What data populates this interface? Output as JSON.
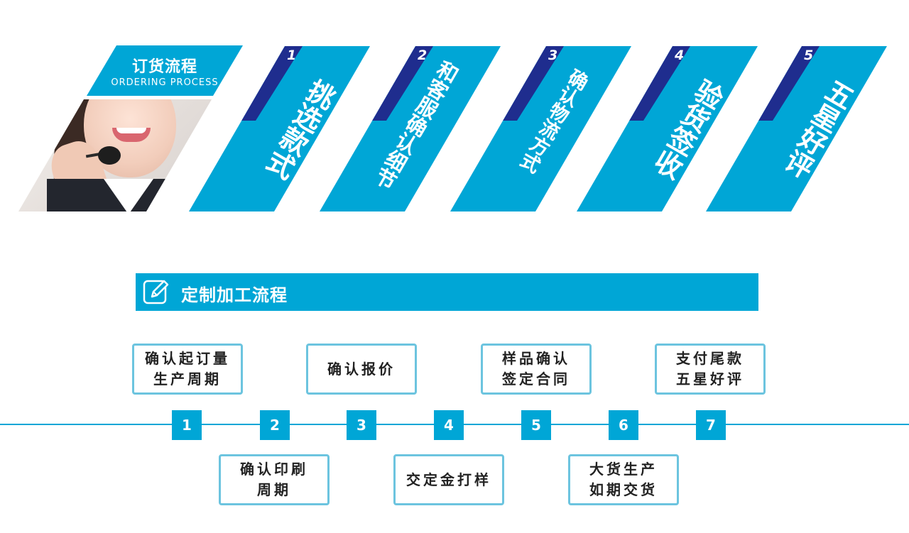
{
  "ordering": {
    "title_cn": "订货流程",
    "title_en": "ORDERING PROCESS",
    "steps": [
      {
        "num": "1",
        "label": "挑选款式"
      },
      {
        "num": "2",
        "label": "和客服确认细节"
      },
      {
        "num": "3",
        "label": "确认物流方式"
      },
      {
        "num": "4",
        "label": "验货签收"
      },
      {
        "num": "5",
        "label": "五星好评"
      }
    ]
  },
  "custom": {
    "title": "定制加工流程",
    "nodes": [
      "1",
      "2",
      "3",
      "4",
      "5",
      "6",
      "7"
    ],
    "boxes": [
      {
        "line1": "确认起订量",
        "line2": "生产周期"
      },
      {
        "line1": "确认印刷",
        "line2": "周期"
      },
      {
        "line1": "确认报价",
        "line2": ""
      },
      {
        "line1": "交定金打样",
        "line2": ""
      },
      {
        "line1": "样品确认",
        "line2": "签定合同"
      },
      {
        "line1": "大货生产",
        "line2": "如期交货"
      },
      {
        "line1": "支付尾款",
        "line2": "五星好评"
      }
    ]
  },
  "colors": {
    "accent": "#00a6d6",
    "number_band": "#1f2d8e",
    "box_border": "#6cc4df"
  }
}
